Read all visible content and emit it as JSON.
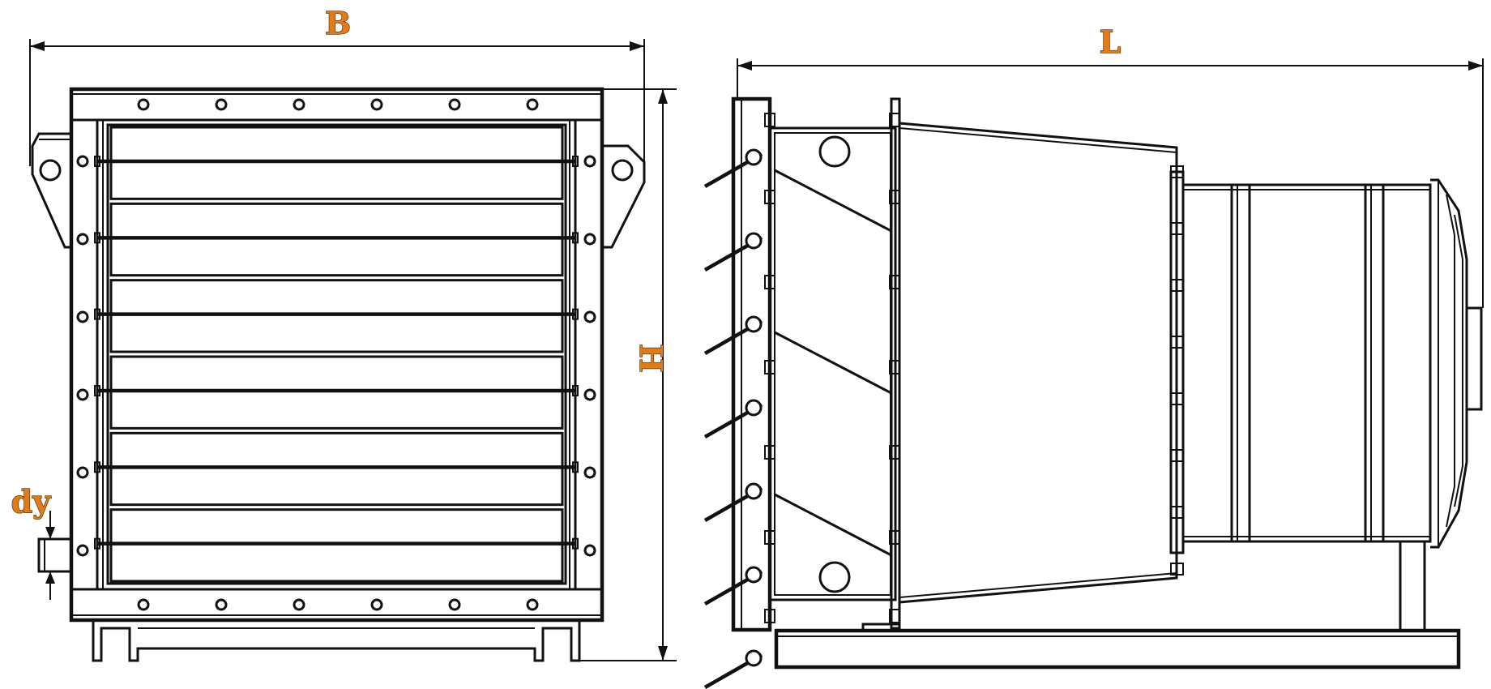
{
  "labels": {
    "width": "B",
    "height": "H",
    "length": "L",
    "pipe_diameter": "dy"
  },
  "colors": {
    "line": "#111111",
    "label_fill": "#e07b1a",
    "background": "#ffffff"
  }
}
